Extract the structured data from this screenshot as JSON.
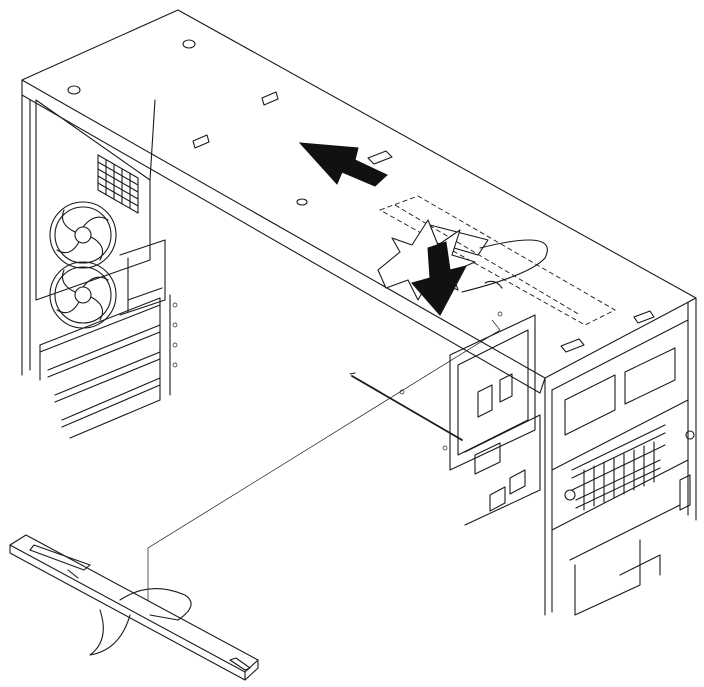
{
  "figure": {
    "kind": "technical-illustration",
    "subject": "computer-chassis-assembly",
    "arrows": [
      "slide-direction-arrow",
      "press-down-arrow"
    ],
    "colors": {
      "line": "#1a1a1a",
      "arrow": "#111111",
      "background": "#ffffff"
    }
  }
}
